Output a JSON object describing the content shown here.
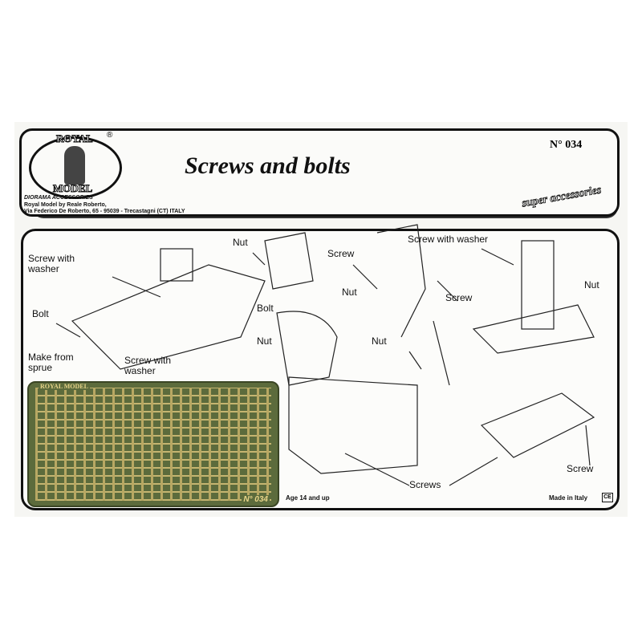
{
  "header": {
    "logo_text": "ROYAL MODEL",
    "logo_registered": "®",
    "logo_subtitle": "DIORAMA ACCESSORIES",
    "maker_line1": "Royal Model by Reale Roberto,",
    "maker_line2": "Via Federico De Roberto, 65 - 95039 - Trecastagni (CT) ITALY",
    "title": "Screws and bolts",
    "number": "N° 034",
    "tagline": "super accessories"
  },
  "fret": {
    "logo": "ROYAL MODEL",
    "number": "N° 034",
    "colors": {
      "brass": "#c9b36a",
      "background": "#5c6b3c"
    }
  },
  "labels": [
    "Nut",
    "Screw with washer",
    "Screw",
    "Screw with washer",
    "Nut",
    "Nut",
    "Bolt",
    "Screw",
    "Bolt",
    "Nut",
    "Nut",
    "Make from sprue",
    "Screw with washer",
    "Screw",
    "Screws"
  ],
  "footer": {
    "age": "Age 14 and up",
    "made_in": "Made in Italy",
    "ce_mark": "CE"
  }
}
